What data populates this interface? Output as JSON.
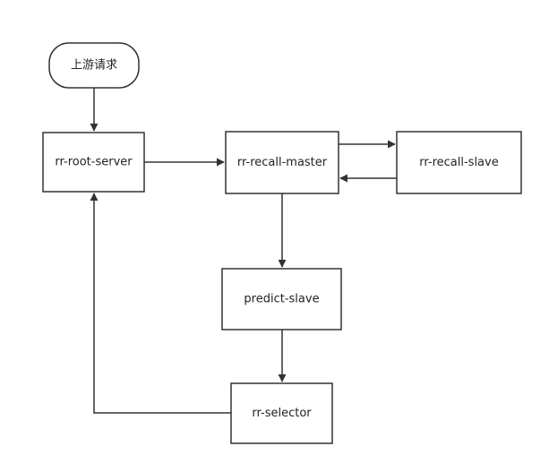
{
  "diagram": {
    "nodes": [
      {
        "id": "upstream",
        "label": "上游请求",
        "shape": "rounded"
      },
      {
        "id": "rr-root-server",
        "label": "rr-root-server",
        "shape": "rect"
      },
      {
        "id": "rr-recall-master",
        "label": "rr-recall-master",
        "shape": "rect"
      },
      {
        "id": "rr-recall-slave",
        "label": "rr-recall-slave",
        "shape": "rect"
      },
      {
        "id": "predict-slave",
        "label": "predict-slave",
        "shape": "rect"
      },
      {
        "id": "rr-selector",
        "label": "rr-selector",
        "shape": "rect"
      }
    ],
    "edges": [
      {
        "from": "upstream",
        "to": "rr-root-server"
      },
      {
        "from": "rr-root-server",
        "to": "rr-recall-master"
      },
      {
        "from": "rr-recall-master",
        "to": "rr-recall-slave"
      },
      {
        "from": "rr-recall-slave",
        "to": "rr-recall-master"
      },
      {
        "from": "rr-recall-master",
        "to": "predict-slave"
      },
      {
        "from": "predict-slave",
        "to": "rr-selector"
      },
      {
        "from": "rr-selector",
        "to": "rr-root-server"
      }
    ],
    "colors": {
      "stroke": "#333333",
      "fill": "#ffffff",
      "text": "#222222"
    }
  }
}
